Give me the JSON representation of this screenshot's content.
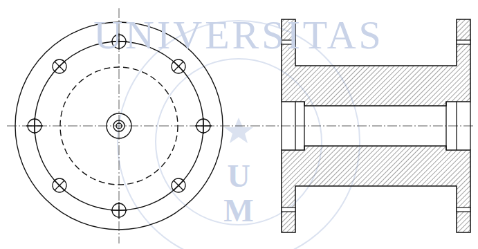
{
  "diagram": {
    "labels": [
      "UNIVERSITAS",
      "U",
      "M"
    ]
  }
}
